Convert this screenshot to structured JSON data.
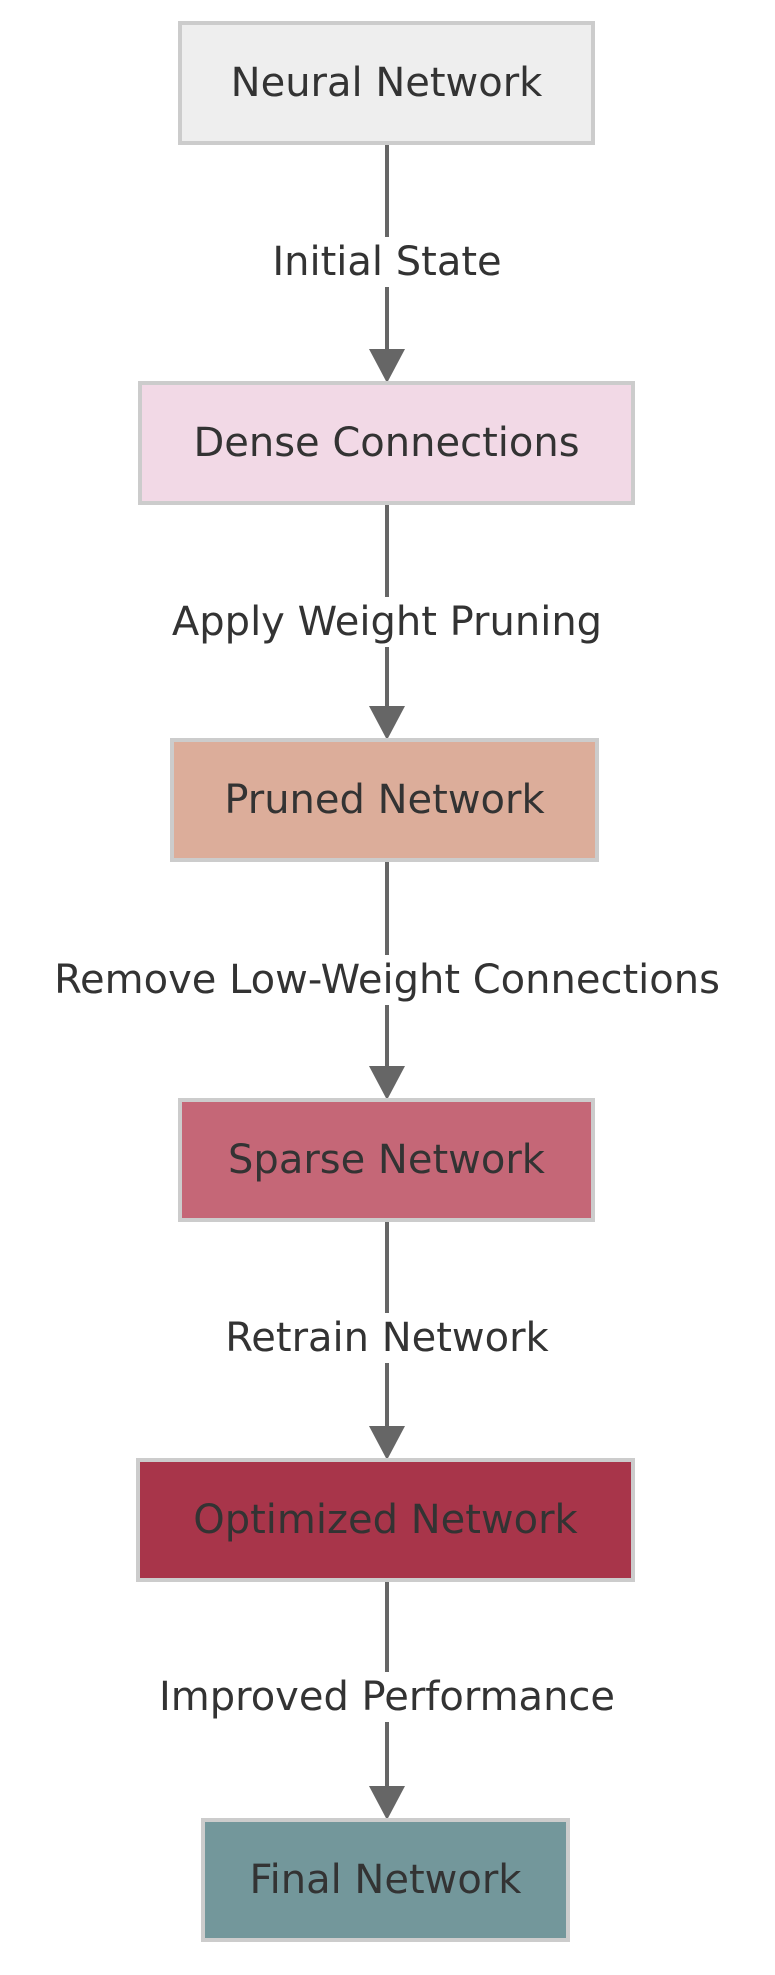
{
  "diagram": {
    "type": "flowchart",
    "direction": "top-to-bottom",
    "nodes": [
      {
        "id": "neural-network",
        "label": "Neural Network",
        "fill": "#eeeeee",
        "stroke": "#cccccc",
        "text_color": "#333333"
      },
      {
        "id": "dense-connections",
        "label": "Dense Connections",
        "fill": "#f2d9e6",
        "stroke": "#cccccc",
        "text_color": "#333333"
      },
      {
        "id": "pruned-network",
        "label": "Pruned Network",
        "fill": "#dcad9a",
        "stroke": "#cccccc",
        "text_color": "#333333"
      },
      {
        "id": "sparse-network",
        "label": "Sparse Network",
        "fill": "#c56777",
        "stroke": "#cccccc",
        "text_color": "#333333"
      },
      {
        "id": "optimized-network",
        "label": "Optimized Network",
        "fill": "#a8354a",
        "stroke": "#cccccc",
        "text_color": "#333333"
      },
      {
        "id": "final-network",
        "label": "Final Network",
        "fill": "#73979b",
        "stroke": "#cccccc",
        "text_color": "#333333"
      }
    ],
    "edges": [
      {
        "from": "neural-network",
        "to": "dense-connections",
        "label": "Initial State"
      },
      {
        "from": "dense-connections",
        "to": "pruned-network",
        "label": "Apply Weight Pruning"
      },
      {
        "from": "pruned-network",
        "to": "sparse-network",
        "label": "Remove Low-Weight Connections"
      },
      {
        "from": "sparse-network",
        "to": "optimized-network",
        "label": "Retrain Network"
      },
      {
        "from": "optimized-network",
        "to": "final-network",
        "label": "Improved Performance"
      }
    ],
    "edge_color": "#666666"
  }
}
